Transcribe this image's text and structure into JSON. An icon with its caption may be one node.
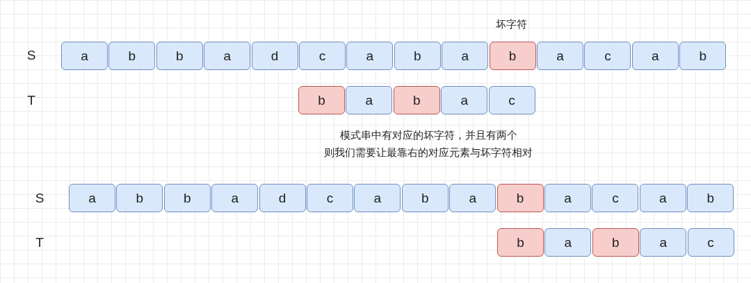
{
  "diagram": {
    "nodes": [
      {
        "text": [
          "a"
        ]
      },
      {
        "text": [
          "b"
        ]
      },
      {
        "text": [
          "b"
        ]
      },
      {
        "text": [
          "a"
        ]
      },
      {
        "text": [
          "d"
        ]
      },
      {
        "text": [
          "c"
        ]
      },
      {
        "text": [
          "a"
        ]
      },
      {
        "text": [
          "b"
        ]
      },
      {
        "text": [
          "a"
        ]
      },
      {
        "text": [
          "b"
        ]
      },
      {
        "text": [
          "a"
        ]
      },
      {
        "text": [
          "c"
        ]
      },
      {
        "text": [
          "a"
        ]
      },
      {
        "text": [
          "b"
        ]
      },
      {
        "text": [
          "b"
        ]
      },
      {
        "text": [
          "a"
        ]
      },
      {
        "text": [
          "b"
        ]
      },
      {
        "text": [
          "a"
        ]
      },
      {
        "text": [
          "c"
        ]
      },
      {
        "text": [
          "a"
        ]
      },
      {
        "text": [
          "b"
        ]
      },
      {
        "text": [
          "b"
        ]
      },
      {
        "text": [
          "a"
        ]
      },
      {
        "text": [
          "d"
        ]
      },
      {
        "text": [
          "c"
        ]
      },
      {
        "text": [
          "a"
        ]
      },
      {
        "text": [
          "b"
        ]
      },
      {
        "text": [
          "a"
        ]
      },
      {
        "text": [
          "b"
        ]
      },
      {
        "text": [
          "a"
        ]
      },
      {
        "text": [
          "c"
        ]
      },
      {
        "text": [
          "a"
        ]
      },
      {
        "text": [
          "b"
        ]
      },
      {
        "text": [
          "b"
        ]
      },
      {
        "text": [
          "a"
        ]
      },
      {
        "text": [
          "b"
        ]
      },
      {
        "text": [
          "a"
        ]
      },
      {
        "text": [
          "c"
        ]
      }
    ],
    "edges": [],
    "labels": [
      "坏字符",
      "S",
      "T",
      "模式串中有对应的坏字符，并且有两个",
      "则我们需要让最靠右的对应元素与坏字符相对",
      "S",
      "T"
    ]
  }
}
